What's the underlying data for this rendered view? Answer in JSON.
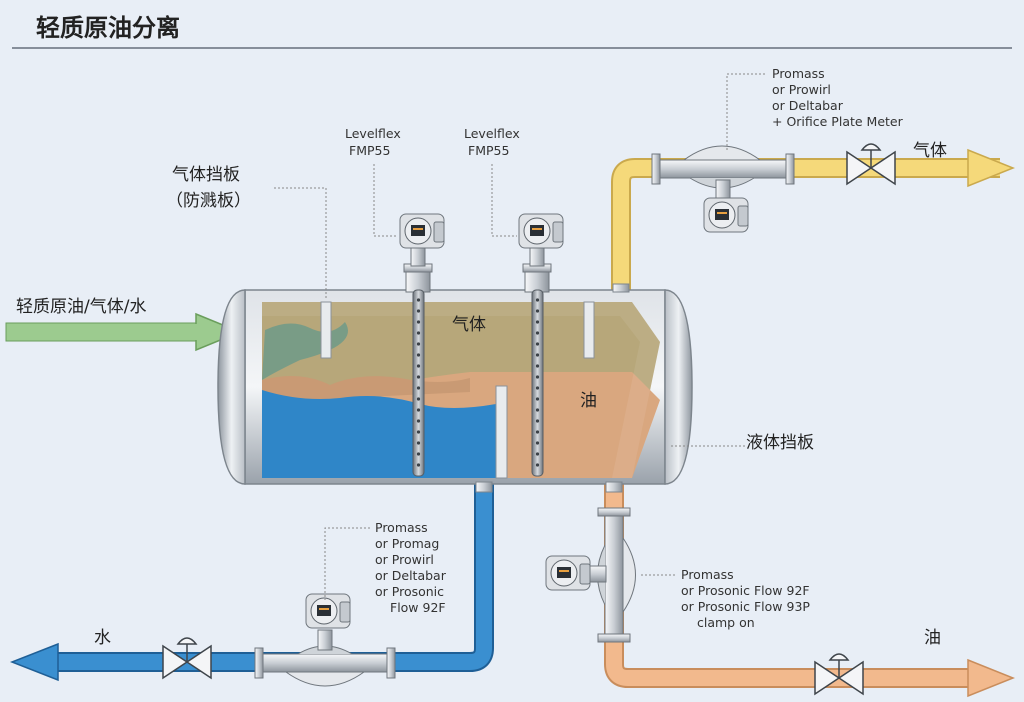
{
  "title": "轻质原油分离",
  "labels": {
    "inlet": "轻质原油/气体/水",
    "gas_baffle_line1": "气体挡板",
    "gas_baffle_line2": "（防溅板）",
    "liquid_baffle": "液体挡板",
    "gas_zone": "气体",
    "oil_zone": "油",
    "gas_outlet": "气体",
    "water_outlet": "水",
    "oil_outlet": "油"
  },
  "levelflex_1": [
    "Levelflex",
    "FMP55"
  ],
  "levelflex_2": [
    "Levelflex",
    "FMP55"
  ],
  "gas_meter_note": [
    "Promass",
    "or Prowirl",
    "or Deltabar",
    "+ Orifice Plate Meter"
  ],
  "water_meter_note": [
    "Promass",
    "or Promag",
    "or Prowirl",
    "or Deltabar",
    "or Prosonic",
    "Flow 92F"
  ],
  "oil_meter_note": [
    "Promass",
    "or Prosonic Flow 92F",
    "or Prosonic Flow 93P",
    "clamp on"
  ],
  "colors": {
    "background": "#e8eef6",
    "gas_pipe": "#f5d97a",
    "water_pipe": "#3a8fd0",
    "oil_pipe": "#f2b98d",
    "inlet_arrow": "#9ccb8f",
    "water_fill": "#2f86c8",
    "oil_fill": "#d9a77f",
    "gas_fill": "#b7a77a",
    "vessel": "#c7ccd2"
  },
  "icons": {
    "gas_valve": "valve-icon",
    "water_valve": "valve-icon",
    "oil_valve": "valve-icon",
    "transmitter": "transmitter-icon",
    "flowmeter": "flowmeter-icon"
  }
}
